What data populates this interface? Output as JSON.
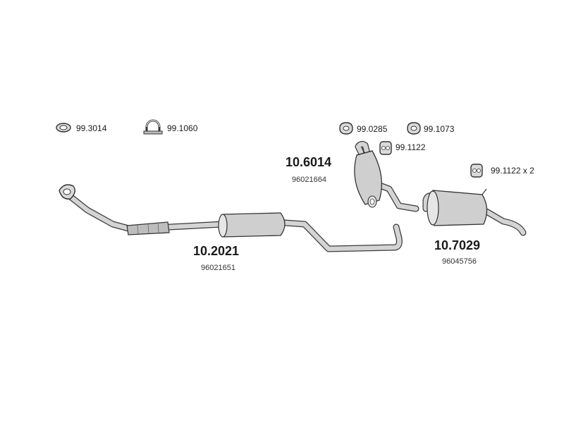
{
  "colors": {
    "outline": "#333333",
    "part_fill": "#cfcfcf",
    "text": "#1a1a1a",
    "background": "#ffffff"
  },
  "accessories": [
    {
      "icon": "clamp-ring-icon",
      "number": "99.3014"
    },
    {
      "icon": "u-bolt-clamp-icon",
      "number": "99.1060"
    },
    {
      "icon": "gasket-ring-icon",
      "number": "99.0285"
    },
    {
      "icon": "gasket-ring-icon",
      "number": "99.1073"
    },
    {
      "icon": "rubber-hanger-icon",
      "number": "99.1122"
    },
    {
      "icon": "rubber-hanger-icon",
      "number": "99.1122 x 2"
    }
  ],
  "parts": [
    {
      "name": "front-pipe-middle-silencer",
      "number": "10.2021",
      "oem": "96021651"
    },
    {
      "name": "middle-silencer",
      "number": "10.6014",
      "oem": "96021664"
    },
    {
      "name": "rear-silencer",
      "number": "10.7029",
      "oem": "96045756"
    }
  ]
}
